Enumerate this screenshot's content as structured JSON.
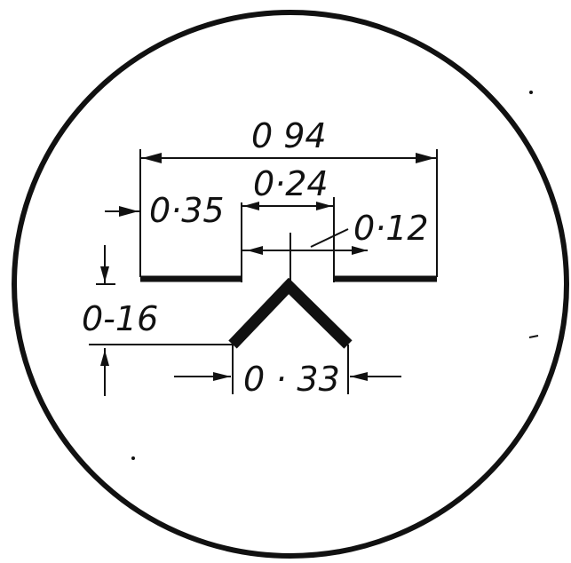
{
  "dimensions": {
    "overall_width": "0 94",
    "left_opening": "0·35",
    "center_gap": "0·24",
    "right_offset": "0·12",
    "vertical_offset": "0-16",
    "bottom_width": "0 · 33"
  },
  "colors": {
    "ink": "#111111",
    "background": "#ffffff"
  }
}
